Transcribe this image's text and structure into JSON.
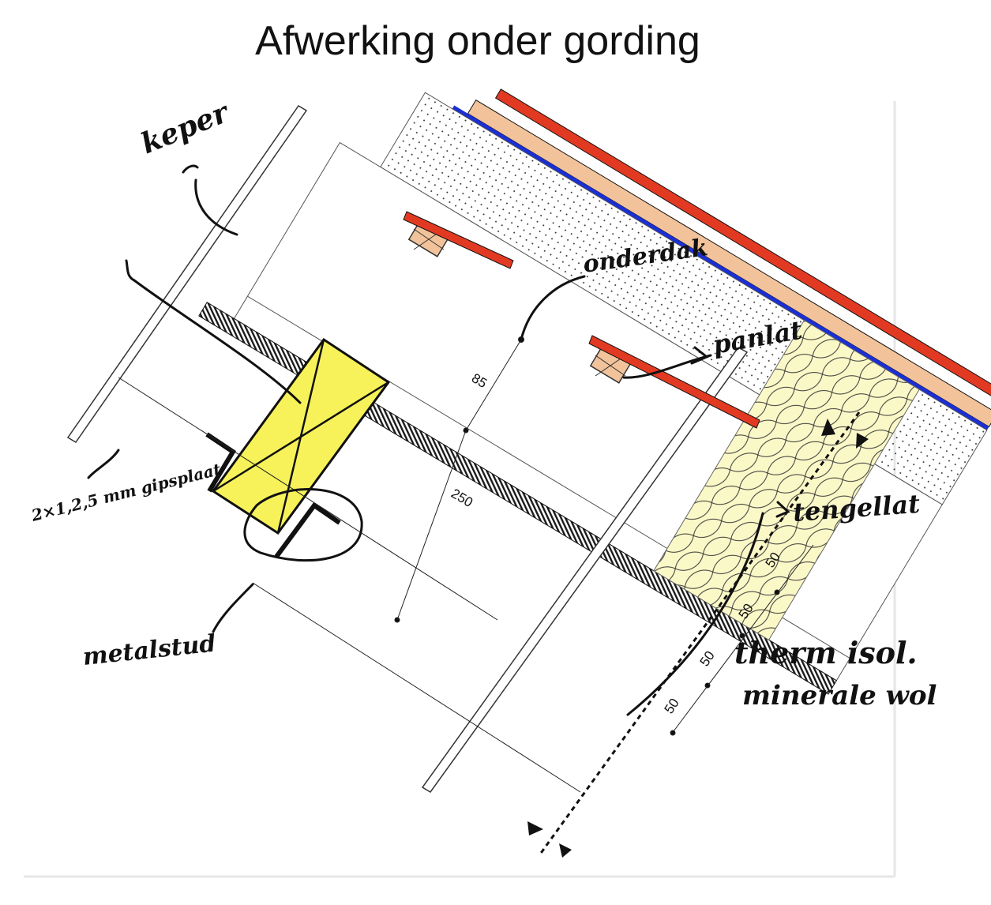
{
  "title": "Afwerking onder gording",
  "dimensions": {
    "d85": "85",
    "d250": "250",
    "d50_1": "50",
    "d50_2": "50",
    "d50_3": "50",
    "d50_4": "50"
  },
  "annotations": {
    "keper": "keper",
    "gipsplaat": "2×1,2,5 mm gipsplaat",
    "metalstud": "metalstud",
    "onderdak": "onderdak",
    "panlat": "panlat",
    "tengellat": "tengellat",
    "therm_isol": "therm isol.",
    "minerale_wol": "minerale wol"
  },
  "colors": {
    "roof_tile": "#e23a22",
    "counter_batten": "#f2c39b",
    "membrane": "#1b2fd6",
    "purlin": "#f7f25a",
    "mineral_wool": "#fbf8b5",
    "gypsum": "#222222"
  }
}
